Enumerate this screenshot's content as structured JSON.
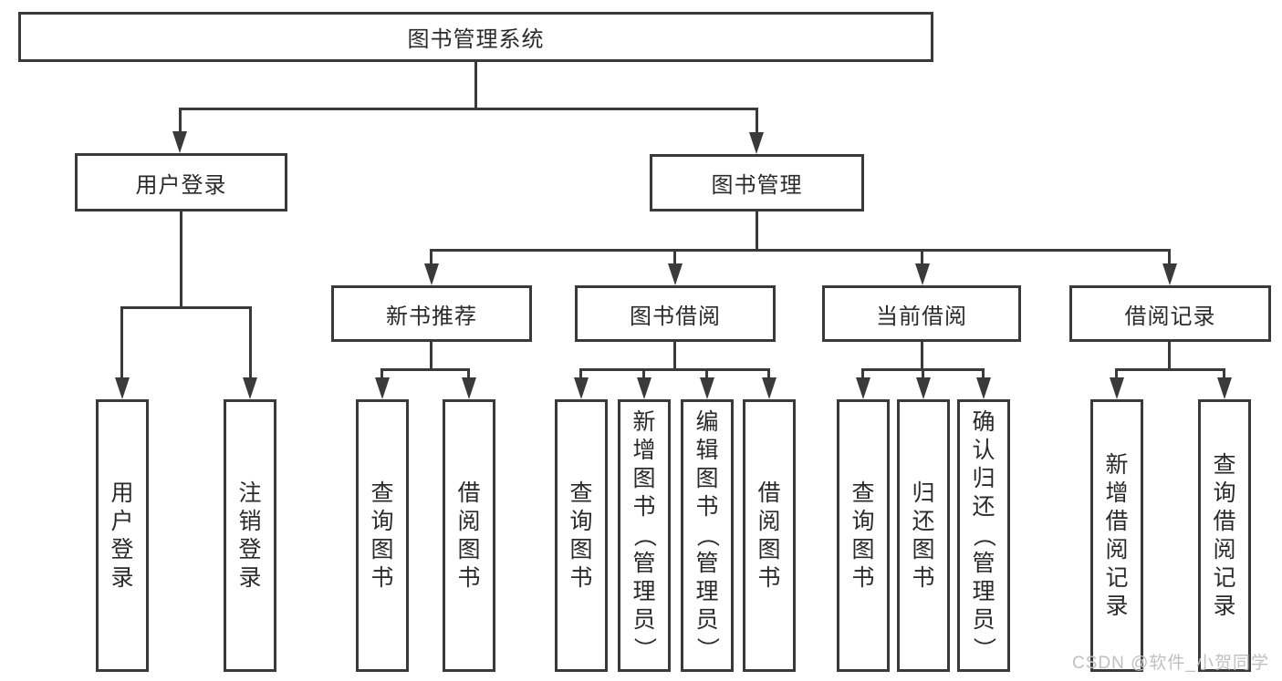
{
  "diagram": {
    "root": {
      "label": "图书管理系统"
    },
    "level1": {
      "user_login": {
        "label": "用户登录"
      },
      "book_management": {
        "label": "图书管理"
      }
    },
    "level2": {
      "new_book_recommend": {
        "label": "新书推荐"
      },
      "book_borrow": {
        "label": "图书借阅"
      },
      "current_borrow": {
        "label": "当前借阅"
      },
      "borrow_record": {
        "label": "借阅记录"
      }
    },
    "leaves": {
      "user_login": [
        "用户登录",
        "注销登录"
      ],
      "new_book_recommend": [
        "查询图书",
        "借阅图书"
      ],
      "book_borrow": [
        "查询图书",
        "新增图书（管理员）",
        "编辑图书（管理员）",
        "借阅图书"
      ],
      "current_borrow": [
        "查询图书",
        "归还图书",
        "确认归还（管理员）"
      ],
      "borrow_record": [
        "新增借阅记录",
        "查询借阅记录"
      ]
    }
  },
  "watermark": {
    "text": "CSDN @软件_小贺同学"
  },
  "colors": {
    "line": "#3a3a3a",
    "text": "#2a2a2a",
    "watermark": "#c0c0c0",
    "background": "#ffffff"
  }
}
